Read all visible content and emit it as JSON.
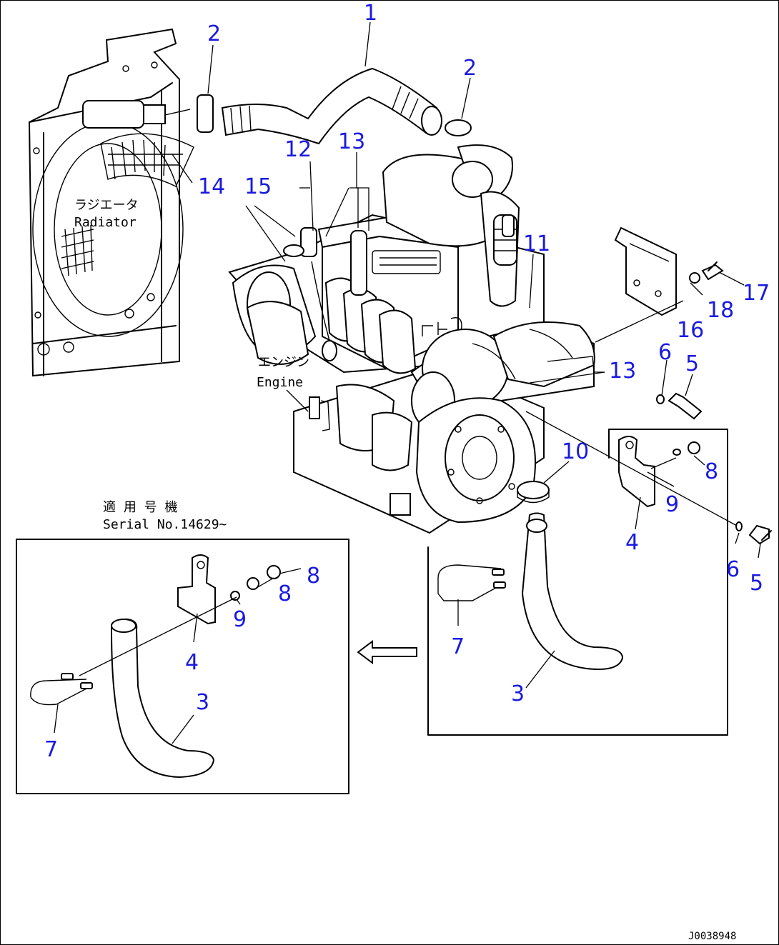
{
  "labels": {
    "radiator_jp": "ラジエータ",
    "radiator_en": "Radiator",
    "engine_jp": "エンジン",
    "engine_en": "Engine",
    "serial_jp": "適 用 号 機",
    "serial_en": "Serial No.14629~",
    "drawing_no": "J0038948"
  },
  "callouts": {
    "c1": "1",
    "c2": "2",
    "c3": "3",
    "c4": "4",
    "c5": "5",
    "c6": "6",
    "c7": "7",
    "c8": "8",
    "c9": "9",
    "c10": "10",
    "c11": "11",
    "c12": "12",
    "c13": "13",
    "c14": "14",
    "c15": "15",
    "c16": "16",
    "c17": "17",
    "c18": "18"
  },
  "colors": {
    "callout": "#1a1adf",
    "line": "#000000",
    "background": "#ffffff"
  }
}
